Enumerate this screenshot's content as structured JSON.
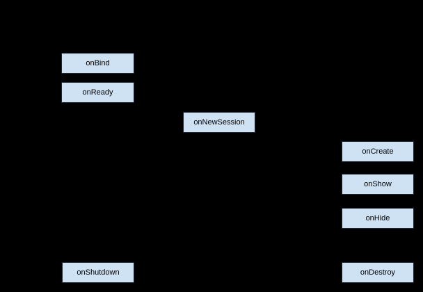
{
  "diagram": {
    "type": "lifecycle-flow-diagram",
    "colors": {
      "background": "#000000",
      "node_fill": "#cfe2f3",
      "node_border": "#1c2733",
      "node_text": "#000000"
    },
    "nodes": [
      {
        "label": "onBind"
      },
      {
        "label": "onReady"
      },
      {
        "label": "onNewSession"
      },
      {
        "label": "onCreate"
      },
      {
        "label": "onShow"
      },
      {
        "label": "onHide"
      },
      {
        "label": "onShutdown"
      },
      {
        "label": "onDestroy"
      }
    ]
  }
}
